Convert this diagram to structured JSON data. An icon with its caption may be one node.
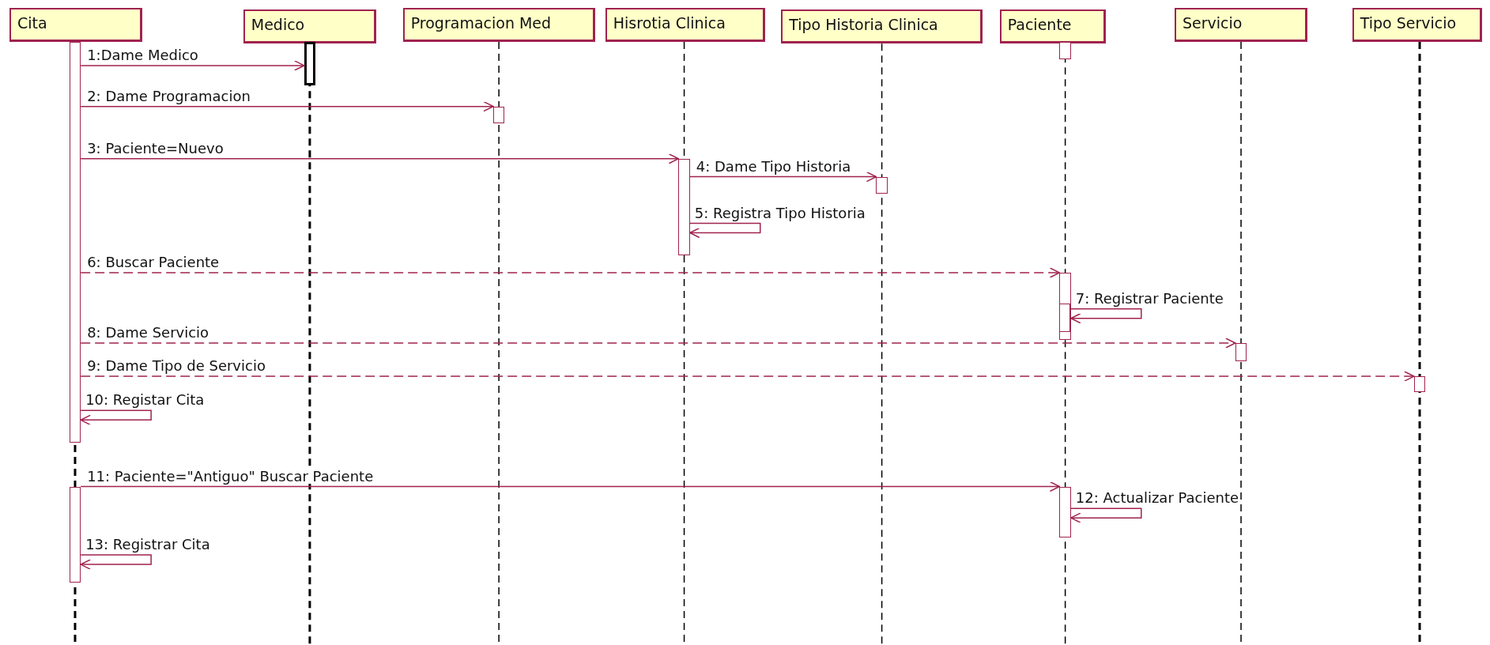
{
  "diagram": {
    "nodes": [
      {
        "text": [
          "Cita"
        ]
      },
      {
        "text": [
          "Medico"
        ]
      },
      {
        "text": [
          "Programacion Med"
        ]
      },
      {
        "text": [
          "Hisrotia Clinica"
        ]
      },
      {
        "text": [
          "Tipo Historia Clinica"
        ]
      },
      {
        "text": [
          "Paciente"
        ]
      },
      {
        "text": [
          "Servicio"
        ]
      },
      {
        "text": [
          "Tipo Servicio"
        ]
      },
      {
        "text": [],
        "shape": "bar"
      },
      {
        "text": [],
        "shape": "bar"
      },
      {
        "text": [],
        "shape": "bar"
      },
      {
        "text": [],
        "shape": "bar"
      },
      {
        "text": [],
        "shape": "bar"
      },
      {
        "text": [],
        "shape": "bar"
      },
      {
        "text": [],
        "shape": "bar"
      },
      {
        "text": [],
        "shape": "bar",
        "in": 14
      },
      {
        "text": [],
        "shape": "bar"
      },
      {
        "text": [],
        "shape": "bar"
      },
      {
        "text": [],
        "shape": "bar"
      },
      {
        "text": [],
        "shape": "bar"
      }
    ],
    "edges": [
      {
        "from": 8,
        "to": 9,
        "arrow": "to",
        "label": "1:Dame Medico"
      },
      {
        "from": 8,
        "to": 11,
        "arrow": "to",
        "label": "2: Dame Programacion"
      },
      {
        "from": 8,
        "to": 12,
        "arrow": "to",
        "label": "3: Paciente=Nuevo"
      },
      {
        "from": 12,
        "to": 13,
        "arrow": "to",
        "label": "4: Dame Tipo Historia"
      },
      {
        "from": 12,
        "to": 12,
        "arrow": "to",
        "label": "5: Registra Tipo Historia"
      },
      {
        "from": 8,
        "to": 14,
        "arrow": "to",
        "label": "6: Buscar Paciente",
        "style": "dashed"
      },
      {
        "from": 14,
        "to": 15,
        "arrow": "to",
        "label": "7: Registrar Paciente"
      },
      {
        "from": 8,
        "to": 16,
        "arrow": "to",
        "label": "8: Dame Servicio",
        "style": "dashed"
      },
      {
        "from": 8,
        "to": 17,
        "arrow": "to",
        "label": "9: Dame Tipo de Servicio",
        "style": "dashed"
      },
      {
        "from": 8,
        "to": 8,
        "arrow": "to",
        "label": "10: Registar Cita"
      },
      {
        "from": 18,
        "to": 19,
        "arrow": "to",
        "label": "11: Paciente=\"Antiguo\" Buscar Paciente"
      },
      {
        "from": 19,
        "to": 19,
        "arrow": "to",
        "label": "12: Actualizar Paciente"
      },
      {
        "from": 18,
        "to": 18,
        "arrow": "to",
        "label": "13: Registrar Cita"
      }
    ]
  }
}
